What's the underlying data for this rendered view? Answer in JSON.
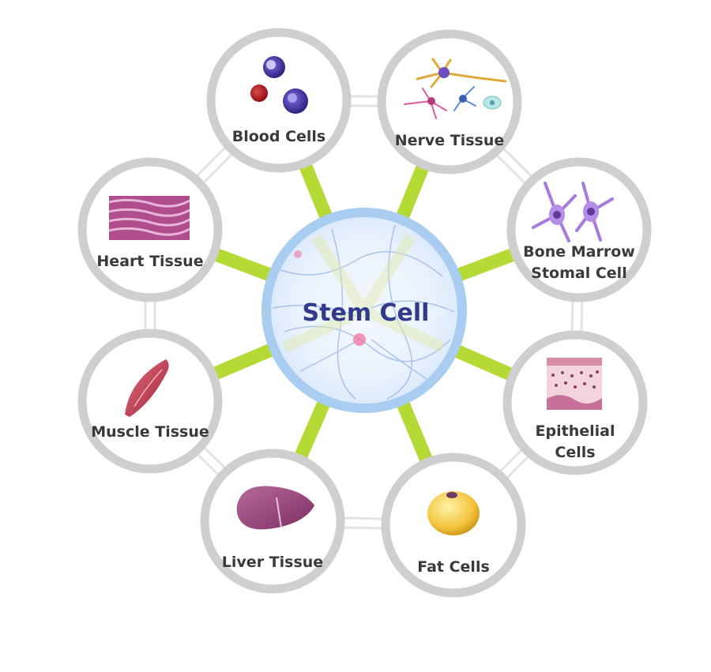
{
  "center": {
    "label": "Stem Cell"
  },
  "nodes": [
    {
      "id": "blood-cells",
      "lines": [
        "Blood Cells"
      ]
    },
    {
      "id": "nerve-tissue",
      "lines": [
        "Nerve Tissue"
      ]
    },
    {
      "id": "bone-marrow",
      "lines": [
        "Bone Marrow",
        "Stomal Cell"
      ]
    },
    {
      "id": "epithelial",
      "lines": [
        "Epithelial",
        "Cells"
      ]
    },
    {
      "id": "fat-cells",
      "lines": [
        "Fat Cells"
      ]
    },
    {
      "id": "liver-tissue",
      "lines": [
        "Liver Tissue"
      ]
    },
    {
      "id": "muscle-tissue",
      "lines": [
        "Muscle Tissue"
      ]
    },
    {
      "id": "heart-tissue",
      "lines": [
        "Heart Tissue"
      ]
    }
  ],
  "colors": {
    "spoke": "#b5d935",
    "ring": "#cfcfcf",
    "center_ring": "#9cc8ee",
    "connector": "#e3e3e3"
  }
}
